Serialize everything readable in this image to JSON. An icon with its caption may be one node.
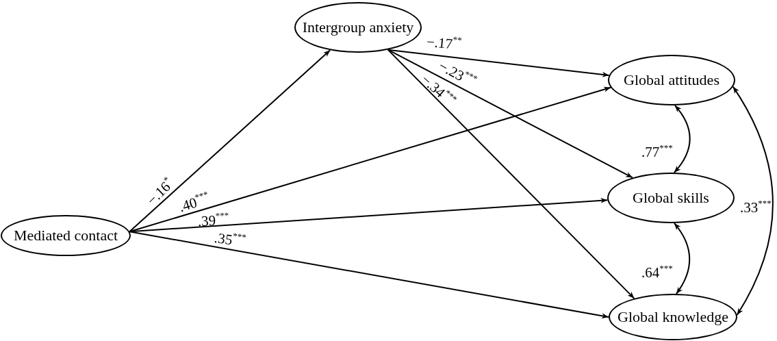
{
  "diagram": {
    "nodes": [
      {
        "text": [
          "Intergroup anxiety"
        ]
      },
      {
        "text": [
          "Mediated contact"
        ]
      },
      {
        "text": [
          "Global attitudes"
        ]
      },
      {
        "text": [
          "Global skills"
        ]
      },
      {
        "text": [
          "Global knowledge"
        ]
      }
    ],
    "edges": [
      {
        "from": 1,
        "to": 0,
        "arrow": "to",
        "label": "−.16$^{*}$"
      },
      {
        "from": 0,
        "to": 2,
        "arrow": "to",
        "label": "−.17$^{**}$"
      },
      {
        "from": 0,
        "to": 3,
        "arrow": "to",
        "label": "−.23$^{***}$"
      },
      {
        "from": 0,
        "to": 4,
        "arrow": "to",
        "label": "−.34$^{***}$"
      },
      {
        "from": 1,
        "to": 2,
        "arrow": "to",
        "label": ".40$^{***}$"
      },
      {
        "from": 1,
        "to": 3,
        "arrow": "to",
        "label": ".39$^{***}$"
      },
      {
        "from": 1,
        "to": 4,
        "arrow": "to",
        "label": ".35$^{***}$"
      },
      {
        "from": 2,
        "to": 3,
        "arrow": "both",
        "label": ".77$^{***}$"
      },
      {
        "from": 3,
        "to": 4,
        "arrow": "both",
        "label": ".64$^{***}$"
      },
      {
        "from": 2,
        "to": 4,
        "arrow": "both",
        "label": ".33$^{***}$"
      }
    ]
  }
}
